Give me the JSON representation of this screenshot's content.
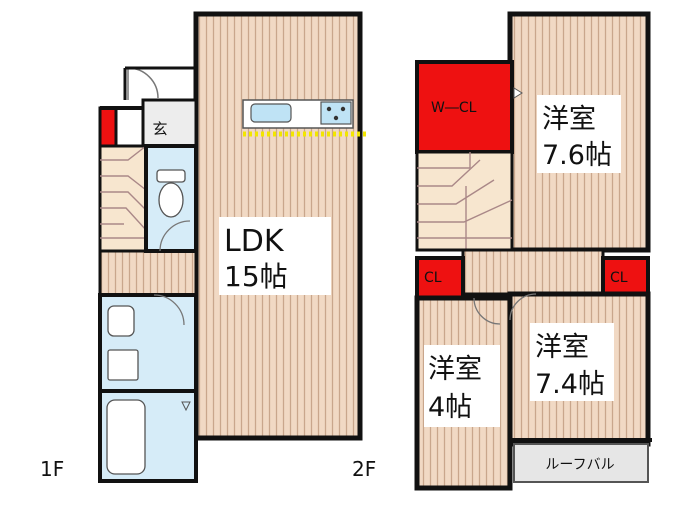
{
  "floor1": {
    "label": "1F",
    "ldk": {
      "name": "LDK",
      "size": "15帖"
    },
    "entrance": {
      "name": "玄"
    }
  },
  "floor2": {
    "label": "2F",
    "wcl": {
      "name": "W―CL"
    },
    "room_a": {
      "name": "洋室",
      "size": "7.6帖"
    },
    "room_b": {
      "name": "洋室",
      "size": "7.4帖"
    },
    "room_c": {
      "name": "洋室",
      "size": "4帖"
    },
    "cl_left": {
      "name": "CL"
    },
    "cl_right": {
      "name": "CL"
    },
    "balcony": {
      "name": "ルーフバル"
    }
  },
  "colors": {
    "wall": "#111111",
    "floor_wood": "#f1d9c4",
    "floor_stripe": "#c9a68c",
    "stairs": "#f7e6cf",
    "closet_red": "#ee1111",
    "bath_blue": "#d6ecf8",
    "kitchen_blue": "#bfe3f5",
    "hood_yellow": "#f2e600",
    "balcony_gray": "#e6e6e6"
  }
}
